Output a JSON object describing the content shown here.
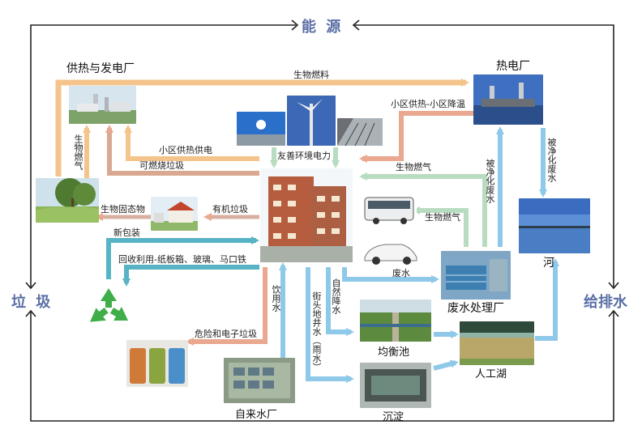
{
  "categories": {
    "top": "能 源",
    "left": "垃 圾",
    "right": "给排水"
  },
  "nodes": {
    "power_heat_plant": "供热与发电厂",
    "thermal_plant": "热电厂",
    "river": "河",
    "wastewater_plant": "废水处理厂",
    "equalization_tank": "均衡池",
    "artificial_lake": "人工湖",
    "sedimentation": "沉淀",
    "water_works": "自来水厂"
  },
  "labels": {
    "biofuel": "生物燃料",
    "community_heat_cool": "小区供热-小区降温",
    "community_heat_power": "小区供热供电",
    "combustible_waste": "可燃烧垃圾",
    "biogas_left": "生物燃气",
    "friendly_power": "友善环境电力",
    "biogas_right": "生物燃气",
    "biogas_bus": "生物燃气",
    "bio_solids": "生物固态物",
    "organic_waste": "有机垃圾",
    "new_packaging": "新包装",
    "recycling": "回收利用-纸板箱、玻璃、马口铁",
    "hazardous": "危险和电子垃圾",
    "drinking_water": "饮用水",
    "street_drain": "街头地井水（雨水）",
    "natural_rain": "自然降水",
    "wastewater": "废水",
    "purified_up": "被净化废水",
    "purified_down": "被净化废水"
  },
  "colors": {
    "orange": "#f4c48c",
    "salmon": "#e9a88f",
    "green": "#b8dcc0",
    "blue": "#8ec9e9",
    "teal": "#58b3c4",
    "category": "#5a6fa5",
    "recycle": "#3fae49"
  }
}
